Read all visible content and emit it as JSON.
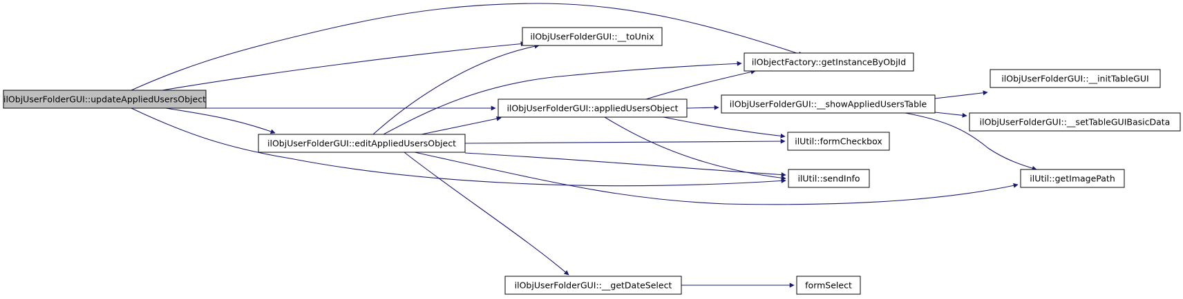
{
  "colors": {
    "edge": "#191970",
    "root_fill": "#bfbfbf",
    "node_fill": "#ffffff",
    "text": "#000000"
  },
  "nodes": [
    {
      "id": "update_applied",
      "label": "ilObjUserFolderGUI::updateAppliedUsersObject",
      "root": true
    },
    {
      "id": "to_unix",
      "label": "ilObjUserFolderGUI::__toUnix"
    },
    {
      "id": "get_instance",
      "label": "ilObjectFactory::getInstanceByObjId"
    },
    {
      "id": "applied_users",
      "label": "ilObjUserFolderGUI::appliedUsersObject"
    },
    {
      "id": "show_table",
      "label": "ilObjUserFolderGUI::__showAppliedUsersTable"
    },
    {
      "id": "init_table",
      "label": "ilObjUserFolderGUI::__initTableGUI"
    },
    {
      "id": "set_table",
      "label": "ilObjUserFolderGUI::__setTableGUIBasicData"
    },
    {
      "id": "edit_applied",
      "label": "ilObjUserFolderGUI::editAppliedUsersObject"
    },
    {
      "id": "form_checkbox",
      "label": "ilUtil::formCheckbox"
    },
    {
      "id": "send_info",
      "label": "ilUtil::sendInfo"
    },
    {
      "id": "get_image",
      "label": "ilUtil::getImagePath"
    },
    {
      "id": "get_date",
      "label": "ilObjUserFolderGUI::__getDateSelect"
    },
    {
      "id": "form_select",
      "label": "formSelect"
    }
  ],
  "edges": [
    {
      "from": "update_applied",
      "to": "get_instance"
    },
    {
      "from": "update_applied",
      "to": "to_unix"
    },
    {
      "from": "update_applied",
      "to": "applied_users"
    },
    {
      "from": "update_applied",
      "to": "edit_applied"
    },
    {
      "from": "update_applied",
      "to": "send_info"
    },
    {
      "from": "edit_applied",
      "to": "to_unix"
    },
    {
      "from": "edit_applied",
      "to": "get_instance"
    },
    {
      "from": "edit_applied",
      "to": "applied_users"
    },
    {
      "from": "edit_applied",
      "to": "form_checkbox"
    },
    {
      "from": "edit_applied",
      "to": "send_info"
    },
    {
      "from": "edit_applied",
      "to": "get_image"
    },
    {
      "from": "edit_applied",
      "to": "get_date"
    },
    {
      "from": "applied_users",
      "to": "get_instance"
    },
    {
      "from": "applied_users",
      "to": "show_table"
    },
    {
      "from": "applied_users",
      "to": "form_checkbox"
    },
    {
      "from": "applied_users",
      "to": "send_info"
    },
    {
      "from": "show_table",
      "to": "init_table"
    },
    {
      "from": "show_table",
      "to": "set_table"
    },
    {
      "from": "show_table",
      "to": "get_image"
    },
    {
      "from": "get_date",
      "to": "form_select"
    }
  ]
}
